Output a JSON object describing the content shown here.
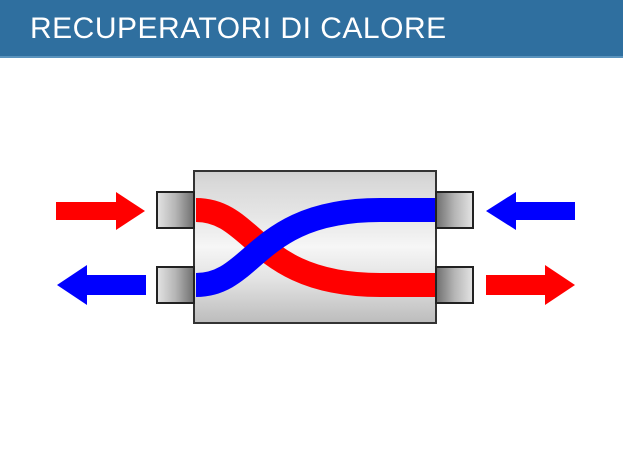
{
  "header": {
    "title": "RECUPERATORI DI CALORE"
  },
  "colors": {
    "header_bg": "#2f6f9f",
    "hot_flow": "#ff0000",
    "cold_flow": "#0000ff",
    "housing_border": "#333333"
  },
  "flows": [
    {
      "name": "hot-inlet",
      "color": "red",
      "direction": "right"
    },
    {
      "name": "cold-outlet",
      "color": "blue",
      "direction": "left"
    },
    {
      "name": "cold-inlet",
      "color": "blue",
      "direction": "left"
    },
    {
      "name": "hot-outlet",
      "color": "red",
      "direction": "right"
    }
  ]
}
